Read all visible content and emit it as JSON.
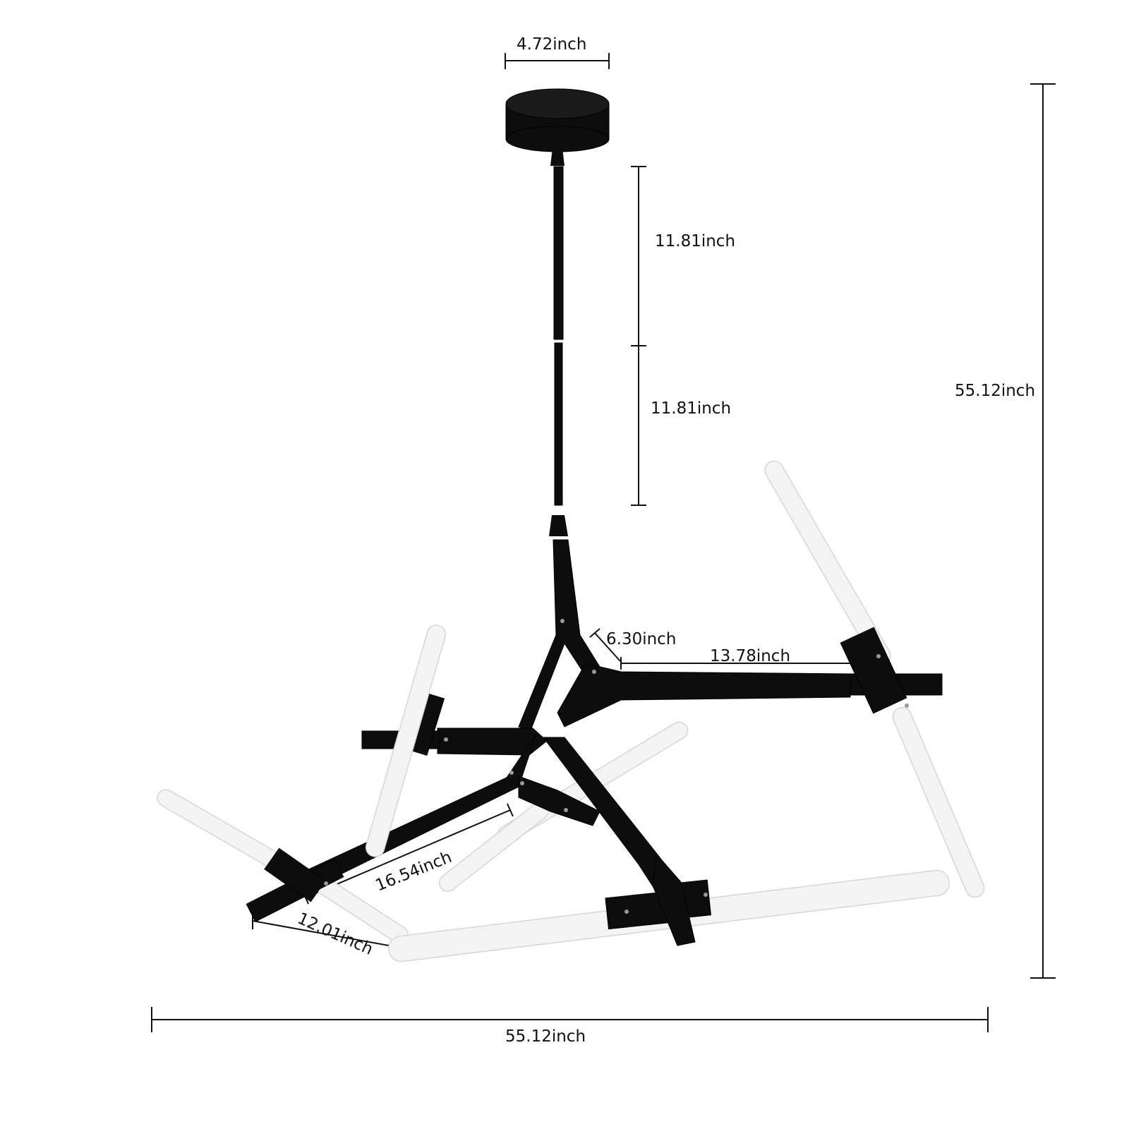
{
  "dimensions": {
    "canopy_width": "4.72inch",
    "rod_upper": "11.81inch",
    "rod_lower": "11.81inch",
    "total_height": "55.12inch",
    "total_width": "55.12inch",
    "short_arm": "6.30inch",
    "right_arm": "13.78inch",
    "left_arm": "16.54inch",
    "crossbar": "12.01inch"
  },
  "colors": {
    "metal": "#0d0d0d",
    "glass_tube": "#f4f4f4",
    "dimension_lines": "#111111"
  }
}
